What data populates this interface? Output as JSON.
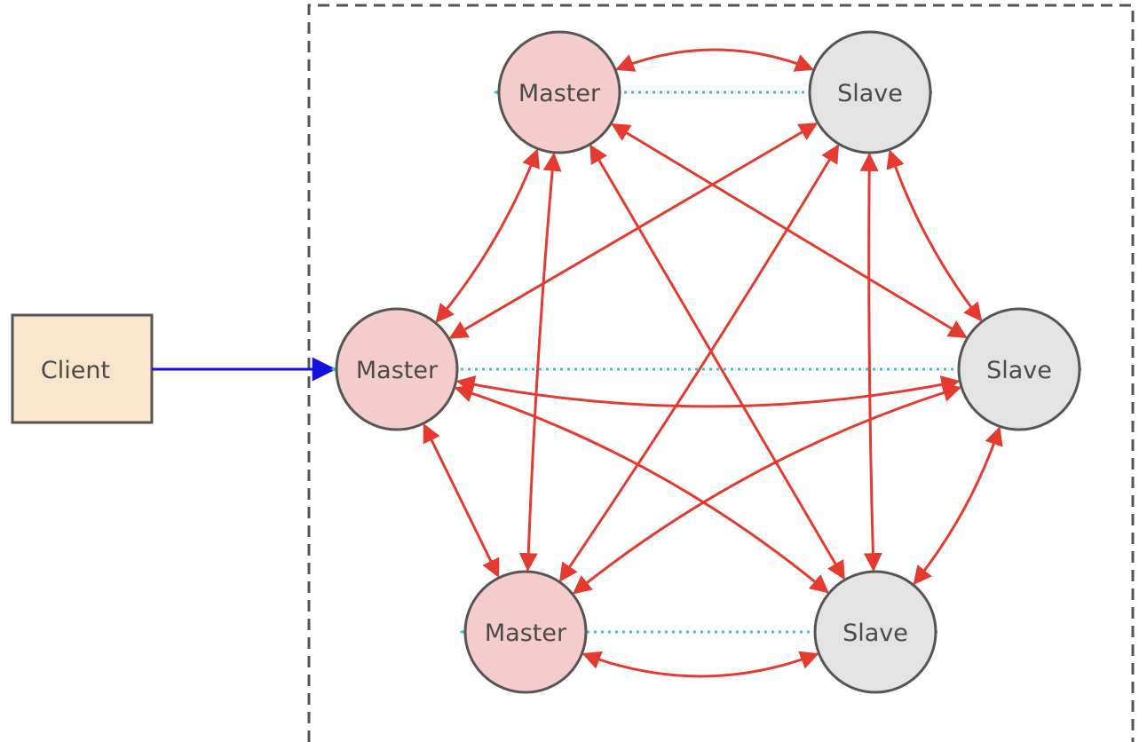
{
  "diagram": {
    "title": "Redis Cluster master-slave topology",
    "client": {
      "label": "Client"
    },
    "nodes": [
      {
        "id": "m1",
        "role": "master",
        "label": "Master"
      },
      {
        "id": "s1",
        "role": "slave",
        "label": "Slave"
      },
      {
        "id": "m2",
        "role": "master",
        "label": "Master"
      },
      {
        "id": "s2",
        "role": "slave",
        "label": "Slave"
      },
      {
        "id": "m3",
        "role": "master",
        "label": "Master"
      },
      {
        "id": "s3",
        "role": "slave",
        "label": "Slave"
      }
    ],
    "replication_edges": [
      {
        "from": "s1",
        "to": "m1"
      },
      {
        "from": "s2",
        "to": "m2"
      },
      {
        "from": "s3",
        "to": "m3"
      }
    ],
    "gossip_edges": [
      [
        "m1",
        "s1"
      ],
      [
        "m1",
        "m2"
      ],
      [
        "m1",
        "m3"
      ],
      [
        "m1",
        "s2"
      ],
      [
        "m1",
        "s3"
      ],
      [
        "s1",
        "m2"
      ],
      [
        "s1",
        "s2"
      ],
      [
        "s1",
        "m3"
      ],
      [
        "s1",
        "s3"
      ],
      [
        "m2",
        "s2"
      ],
      [
        "m2",
        "m3"
      ],
      [
        "m2",
        "s3"
      ],
      [
        "s2",
        "m3"
      ],
      [
        "s2",
        "s3"
      ],
      [
        "m3",
        "s3"
      ]
    ],
    "client_edge": {
      "from": "client",
      "to": "m2"
    },
    "colors": {
      "master_fill": "#f4cccc",
      "slave_fill": "#e3e3e3",
      "node_stroke": "#555555",
      "client_fill": "#f9e4cc",
      "gossip": "#e53a2f",
      "replication": "#45c1c4",
      "client_edge": "#1010e0",
      "cluster_border": "#555555"
    }
  }
}
